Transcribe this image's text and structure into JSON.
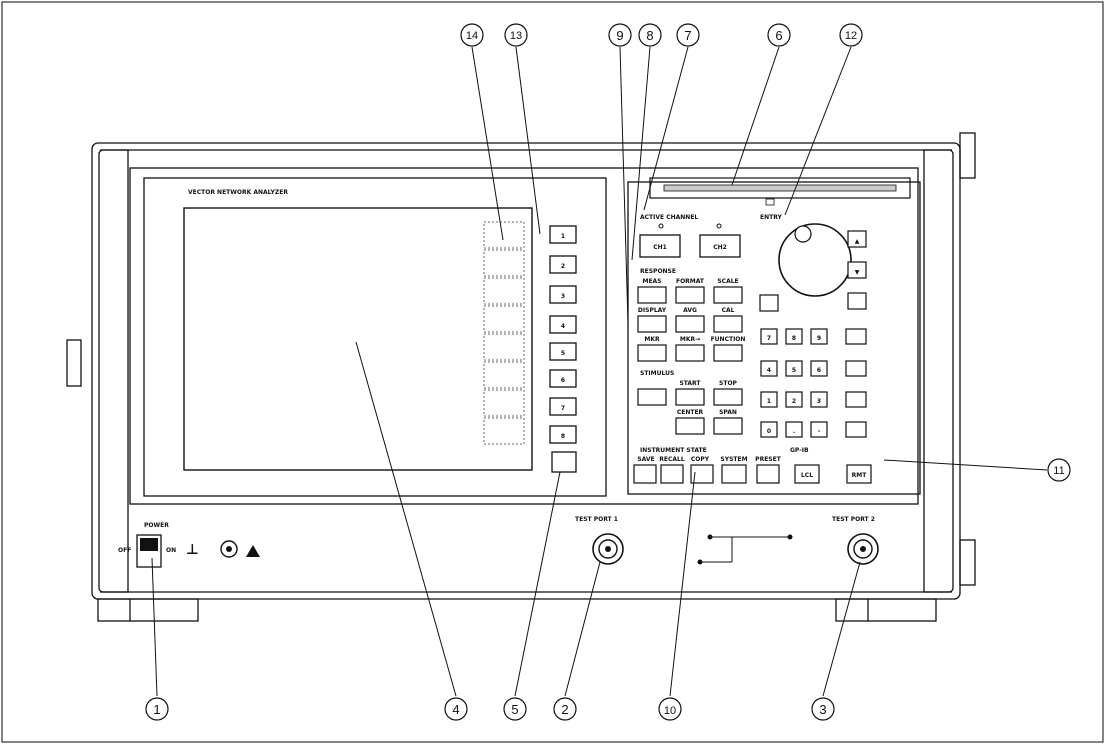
{
  "callouts": [
    "1",
    "2",
    "3",
    "4",
    "5",
    "6",
    "7",
    "8",
    "9",
    "10",
    "11",
    "12",
    "13",
    "14"
  ],
  "panel": {
    "title": "VECTOR NETWORK ANALYZER",
    "power_label": "POWER",
    "off_label": "OFF",
    "on_label": "ON",
    "test_port_1": "TEST PORT 1",
    "test_port_2": "TEST PORT 2",
    "softkeys": [
      "1",
      "2",
      "3",
      "4",
      "5",
      "6",
      "7",
      "8"
    ],
    "active_channel_label": "ACTIVE CHANNEL",
    "channel_keys": [
      "CH1",
      "CH2"
    ],
    "response_label": "RESPONSE",
    "response_keys": [
      "MEAS",
      "FORMAT",
      "SCALE",
      "DISPLAY",
      "AVG",
      "CAL",
      "MKR",
      "MKR→",
      "FUNCTION"
    ],
    "stimulus_label": "STIMULUS",
    "stimulus_keys": [
      "START",
      "STOP",
      "CENTER",
      "SPAN"
    ],
    "instrument_label": "INSTRUMENT STATE",
    "instrument_keys": [
      "SAVE",
      "RECALL",
      "COPY",
      "SYSTEM",
      "PRESET"
    ],
    "entry_label": "ENTRY",
    "keypad": [
      "7",
      "8",
      "9",
      "4",
      "5",
      "6",
      "1",
      "2",
      "3",
      "0",
      ".",
      "-"
    ],
    "gpib_label": "GP-IB",
    "gpib_keys": [
      "LCL",
      "RMT"
    ]
  }
}
